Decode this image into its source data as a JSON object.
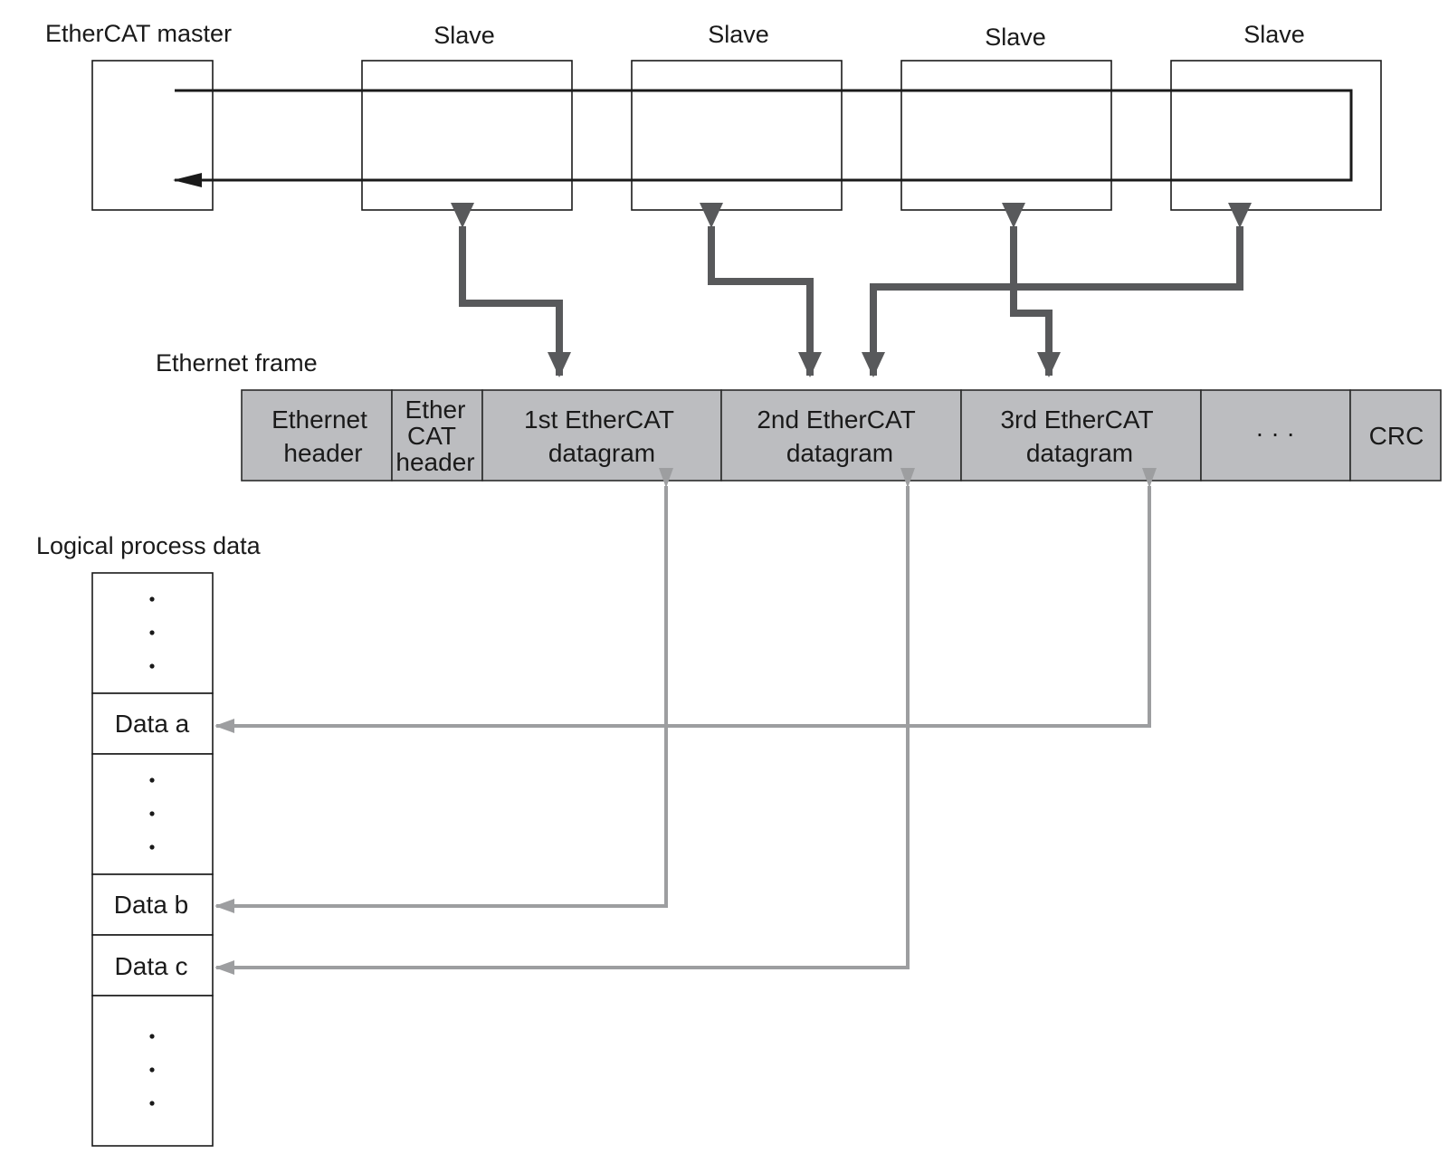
{
  "master_label": "EtherCAT master",
  "slave_labels": [
    "Slave",
    "Slave",
    "Slave",
    "Slave"
  ],
  "frame_label": "Ethernet frame",
  "frame_cells": [
    {
      "lines": [
        "Ethernet",
        "header"
      ]
    },
    {
      "lines": [
        "Ether",
        "CAT",
        "header"
      ]
    },
    {
      "lines": [
        "1st EtherCAT",
        "datagram"
      ]
    },
    {
      "lines": [
        "2nd EtherCAT",
        "datagram"
      ]
    },
    {
      "lines": [
        "3rd EtherCAT",
        "datagram"
      ]
    },
    {
      "lines": [
        "· · ·"
      ]
    },
    {
      "lines": [
        "CRC"
      ]
    }
  ],
  "process_label": "Logical process data",
  "data_cells": [
    "",
    "Data a",
    "",
    "Data b",
    "Data c",
    ""
  ],
  "colors": {
    "frame_fill": "#bcbdc0",
    "slave_link": "#58595b",
    "data_link": "#9d9ea0"
  }
}
